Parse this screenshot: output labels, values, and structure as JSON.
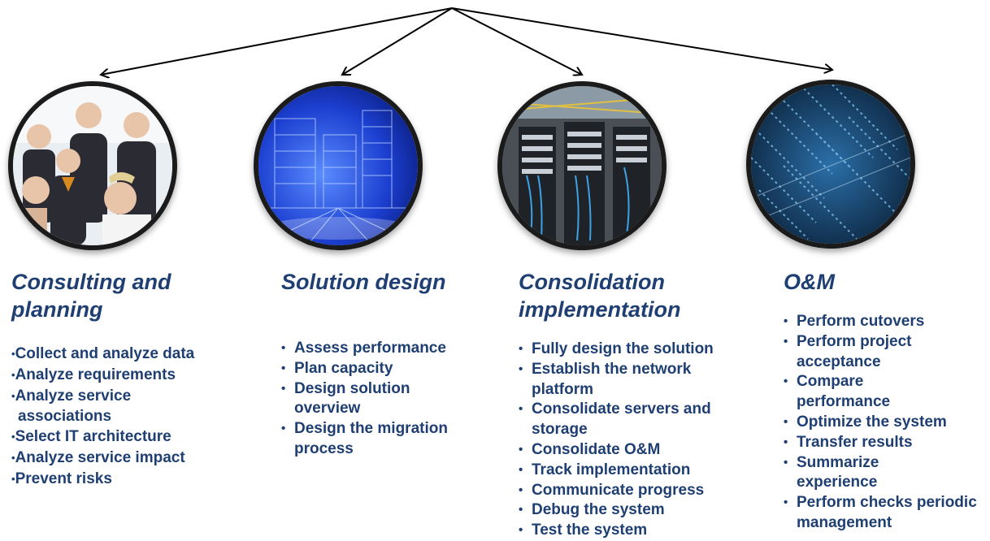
{
  "columns": [
    {
      "title": "Consulting and planning",
      "image": "business-team-photo",
      "items": [
        "Collect and analyze data",
        "Analyze requirements",
        "Analyze service associations",
        "Select IT architecture",
        "Analyze service impact",
        "Prevent risks"
      ]
    },
    {
      "title": "Solution design",
      "image": "wireframe-building-photo",
      "items": [
        "Assess performance",
        "Plan capacity",
        "Design solution overview",
        "Design the migration process"
      ]
    },
    {
      "title": "Consolidation implementation",
      "image": "server-rack-photo",
      "items": [
        "Fully design the solution",
        "Establish the network platform",
        "Consolidate servers and storage",
        "Consolidate O&M",
        "Track implementation",
        "Communicate progress",
        "Debug the system",
        "Test the system"
      ]
    },
    {
      "title": "O&M",
      "image": "data-stream-photo",
      "items": [
        "Perform cutovers",
        "Perform project acceptance",
        "Compare performance",
        "Optimize the system",
        "Transfer results",
        "Summarize experience",
        "Perform checks periodic management"
      ]
    }
  ],
  "colors": {
    "text": "#1f3f73",
    "arrow": "#000000",
    "circle_border": "#1b1b1b"
  }
}
